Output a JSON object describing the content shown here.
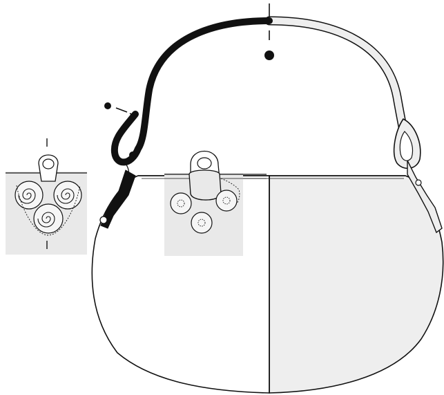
{
  "diagram": {
    "colors": {
      "background": "#ffffff",
      "stroke": "#111111",
      "fill_light": "#eeeeee",
      "inset_fill": "#e9e9e9",
      "marker": "#111111"
    },
    "parts": {
      "bag_body": "handbag-body",
      "strap": "strap",
      "left_inset": "inset-spiral-ornament",
      "center_inset": "inset-clasp-detail"
    }
  }
}
